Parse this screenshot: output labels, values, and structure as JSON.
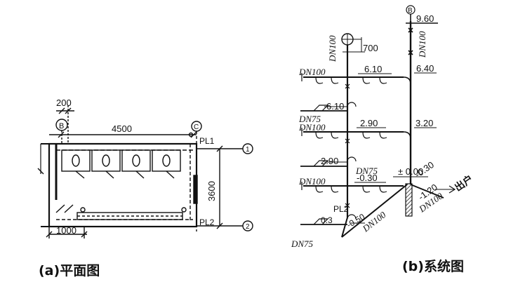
{
  "plan": {
    "caption": "(a)平面图",
    "dims": {
      "d200": "200",
      "d4500": "4500",
      "d3600": "3600",
      "d1000": "1000"
    },
    "axis": {
      "B": "B",
      "C": "C",
      "one": "1",
      "two": "2"
    },
    "pipes": {
      "pl1": "PL1",
      "pl2": "PL2"
    }
  },
  "system": {
    "caption": "(b)系统图",
    "axis_b": "B",
    "labels": {
      "e960": "9.60",
      "dn100_vent": "DN100",
      "d700": "700",
      "dn100_riser": "DN100",
      "e640": "6.40",
      "dn100_a": "DN100",
      "e610a": "6.10",
      "e610b": "6.10",
      "dn75_a": "DN75",
      "dn100_b": "DN100",
      "e290a": "2.90",
      "e320": "3.20",
      "e290b": "2.90",
      "dn75_b": "DN75",
      "e000": "± 0.00",
      "em030a": "-0.30",
      "dn100_c": "DN100",
      "em030b": "-0.30",
      "em120": "-1.20",
      "outlet": "出户",
      "dn100_out": "DN100",
      "pl2": "PL2",
      "e03": "0.3",
      "em050": "-0.50",
      "dn100_d": "DN100",
      "dn75_c": "DN75"
    }
  }
}
